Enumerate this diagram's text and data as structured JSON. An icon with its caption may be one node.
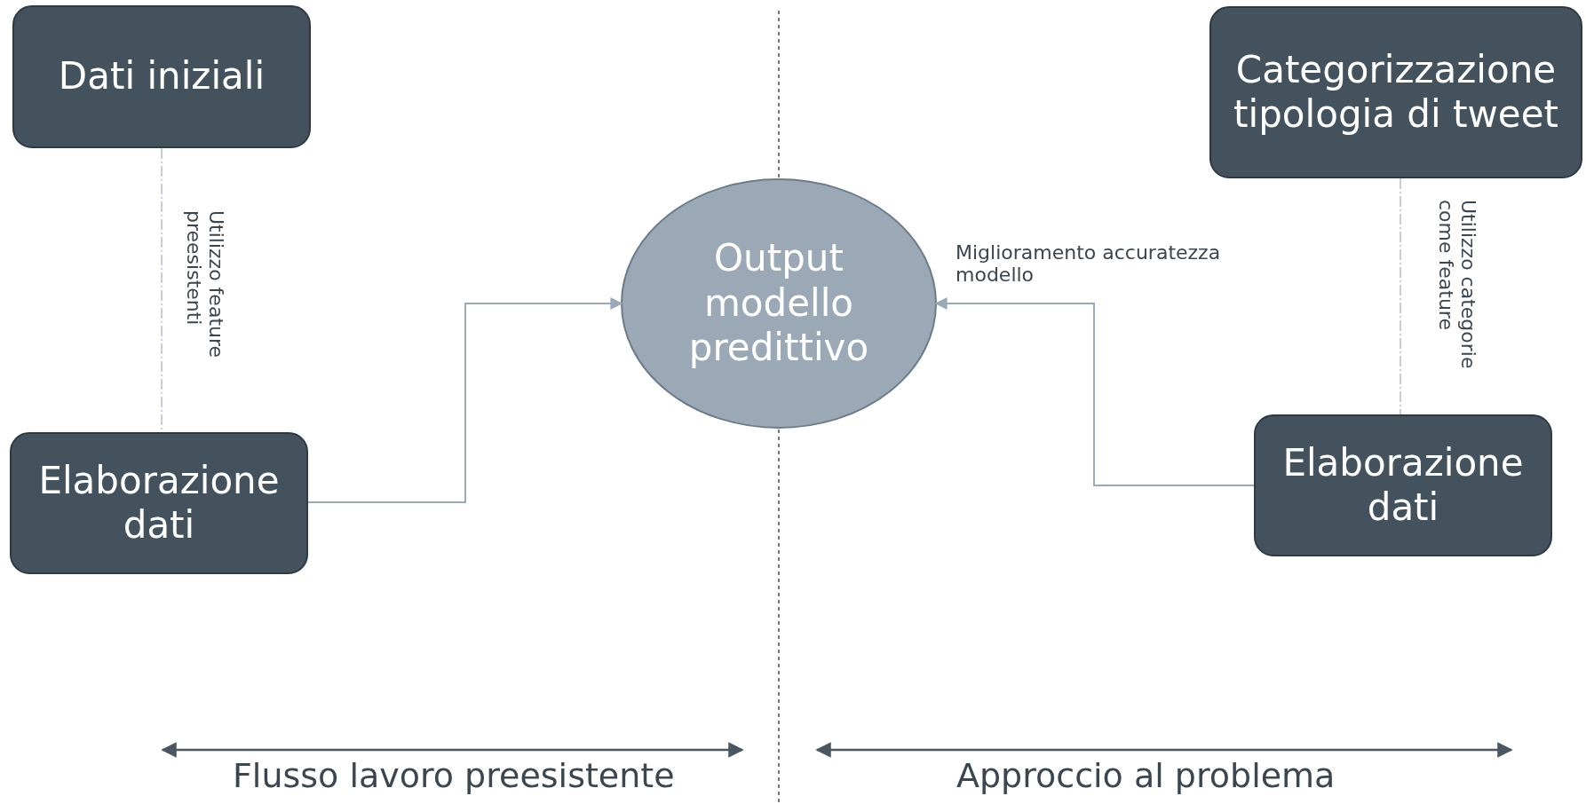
{
  "diagram": {
    "nodes": [
      {
        "text": [
          "Dati iniziali"
        ]
      },
      {
        "text": [
          "Elaborazione dati"
        ]
      },
      {
        "text": [
          "Output modello predittivo"
        ]
      },
      {
        "text": [
          "Categorizzazione tipologia di tweet"
        ]
      },
      {
        "text": [
          "Elaborazione dati"
        ]
      }
    ],
    "edges": [
      {
        "from": 0,
        "to": 1,
        "arrow": "none",
        "style": "dashed",
        "label": "Utilizzo feature preesistenti"
      },
      {
        "from": 1,
        "to": 2,
        "arrow": "to"
      },
      {
        "from": 3,
        "to": 4,
        "arrow": "none",
        "style": "dashed",
        "label": "Utilizzo categorie come feature"
      },
      {
        "from": 4,
        "to": 2,
        "arrow": "to",
        "label": "Miglioramento accuratezza modello"
      }
    ],
    "labels": [
      "Flusso lavoro preesistente",
      "Approccio al problema"
    ]
  }
}
